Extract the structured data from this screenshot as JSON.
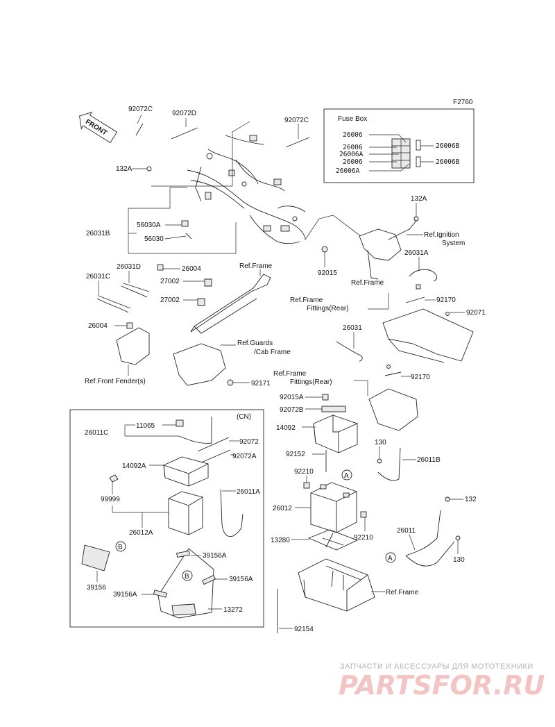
{
  "diagram_code": "F2760",
  "front_arrow": "FRONT",
  "fuse_box": {
    "title": "Fuse Box",
    "labels_left": [
      "26006",
      "26006",
      "26006A",
      "26006",
      "26006A"
    ],
    "labels_right": [
      "26006B",
      "26006B"
    ]
  },
  "cn_box_label": "(CN)",
  "part_labels": {
    "p92072C_a": "92072C",
    "p92072D": "92072D",
    "p92072C_b": "92072C",
    "p132A_a": "132A",
    "p56030A": "56030A",
    "p26031B": "26031B",
    "p56030": "56030",
    "p26004_a": "26004",
    "p92015": "92015",
    "p132A_b": "132A",
    "p26031A": "26031A",
    "p26031D": "26031D",
    "p26031C": "26031C",
    "p27002_a": "27002",
    "p27002_b": "27002",
    "p26004_b": "26004",
    "p92170_a": "92170",
    "p92071": "92071",
    "p26031": "26031",
    "p92171": "92171",
    "p92170_b": "92170",
    "p92015A": "92015A",
    "p92072B": "92072B",
    "p14092": "14092",
    "p130_a": "130",
    "p92152": "92152",
    "p26011B": "26011B",
    "p92210_a": "92210",
    "p26012": "26012",
    "p132": "132",
    "p92210_b": "92210",
    "p26011": "26011",
    "p13280": "13280",
    "p130_b": "130",
    "p92154": "92154",
    "p26011C": "26011C",
    "p11065": "11065",
    "p92072": "92072",
    "p92072A": "92072A",
    "p14092A": "14092A",
    "p26011A": "26011A",
    "p99999": "99999",
    "p26012A": "26012A",
    "p39156A_a": "39156A",
    "p39156A_b": "39156A",
    "p39156": "39156",
    "p39156A_c": "39156A",
    "p13272": "13272"
  },
  "ref_labels": {
    "ref_ignition_1": "Ref.Ignition",
    "ref_ignition_2": "System",
    "ref_frame_a": "Ref.Frame",
    "ref_frame_b": "Ref.Frame",
    "ref_frame_fit_a1": "Ref.Frame",
    "ref_frame_fit_a2": "Fittings(Rear)",
    "ref_guards_1": "Ref.Guards",
    "ref_guards_2": "/Cab Frame",
    "ref_front_fender": "Ref.Front Fender(s)",
    "ref_frame_fit_b1": "Ref.Frame",
    "ref_frame_fit_b2": "Fittings(Rear)",
    "ref_frame_c": "Ref.Frame"
  },
  "markers": {
    "a": "A",
    "b": "B"
  },
  "watermark": {
    "line1": "ЗАПЧАСТИ И АКСЕССУАРЫ ДЛЯ МОТОТЕХНИКИ",
    "line2": "PARTSFOR.RU"
  }
}
